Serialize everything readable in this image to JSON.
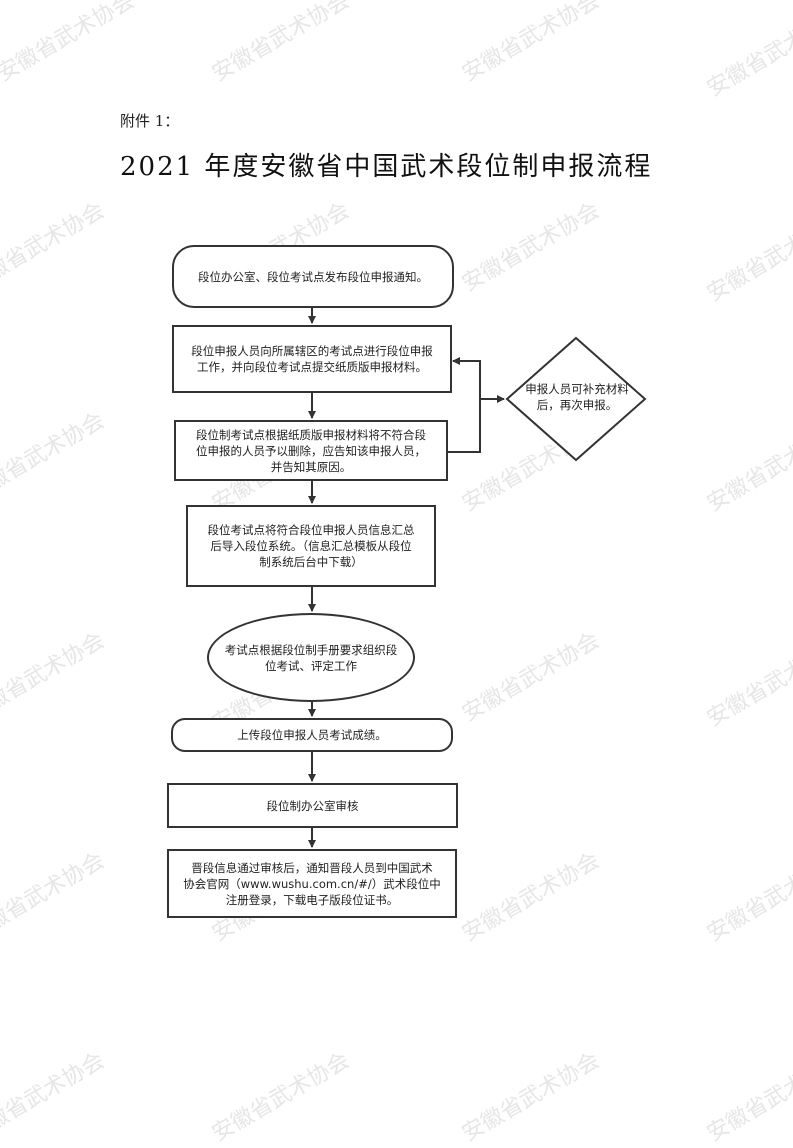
{
  "header": {
    "attachment": "附件 1：",
    "title": "2021 年度安徽省中国武术段位制申报流程"
  },
  "watermark": {
    "text_a": "安徽省武术协会",
    "text_b": "安徽省武术"
  },
  "flow": {
    "start": "段位办公室、段位考试点发布段位申报通知。",
    "submit": "段位申报人员向所属辖区的考试点进行段位申报\n工作，并向段位考试点提交纸质版申报材料。",
    "review": "段位制考试点根据纸质版申报材料将不符合段\n位申报的人员予以删除，应告知该申报人员，\n并告知其原因。",
    "supplement": "申报人员可补充材料\n后，再次申报。",
    "import": "段位考试点将符合段位申报人员信息汇总\n后导入段位系统。（信息汇总模板从段位\n制系统后台中下载）",
    "exam": "考试点根据段位制手册要求组织段\n位考试、评定工作",
    "upload": "上传段位申报人员考试成绩。",
    "audit": "段位制办公室审核",
    "final": "晋段信息通过审核后，通知晋段人员到中国武术\n协会官网（www.wushu.com.cn/#/）武术段位中\n注册登录，下载电子版段位证书。"
  },
  "colors": {
    "stroke": "#333333",
    "watermark": "#e6e6e6"
  }
}
